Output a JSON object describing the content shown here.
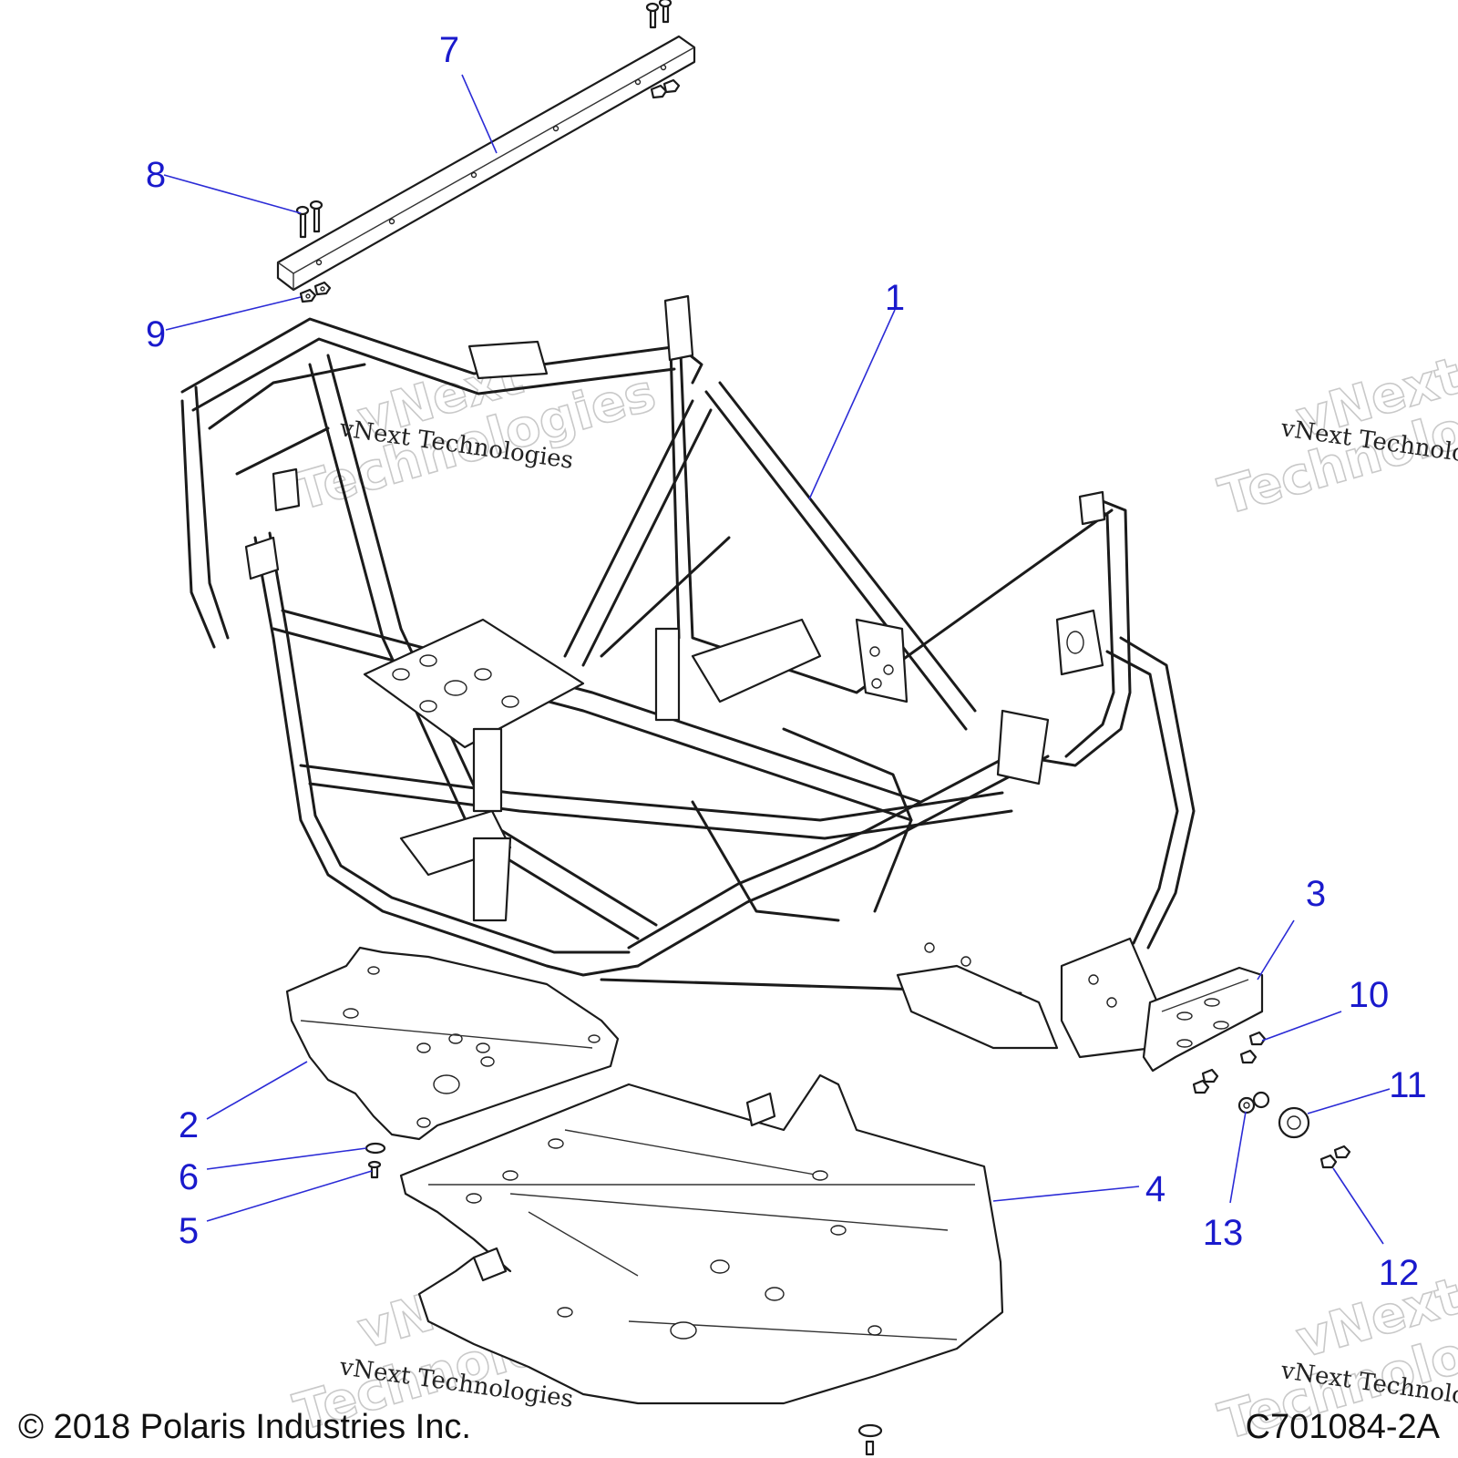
{
  "callouts": [
    {
      "id": "1",
      "label": "1"
    },
    {
      "id": "2",
      "label": "2"
    },
    {
      "id": "3",
      "label": "3"
    },
    {
      "id": "4",
      "label": "4"
    },
    {
      "id": "5",
      "label": "5"
    },
    {
      "id": "6",
      "label": "6"
    },
    {
      "id": "7",
      "label": "7"
    },
    {
      "id": "8",
      "label": "8"
    },
    {
      "id": "9",
      "label": "9"
    },
    {
      "id": "10",
      "label": "10"
    },
    {
      "id": "11",
      "label": "11"
    },
    {
      "id": "12",
      "label": "12"
    },
    {
      "id": "13",
      "label": "13"
    }
  ],
  "watermark": {
    "line": "vNext Technologies",
    "ghost_top": "vNext",
    "ghost_bottom": "Technologies"
  },
  "footer": {
    "copyright": "© 2018 Polaris Industries Inc.",
    "diagram_code": "C701084-2A"
  },
  "colors": {
    "callout": "#1a1acc",
    "line_art": "#1b1b1b",
    "background": "#ffffff"
  }
}
